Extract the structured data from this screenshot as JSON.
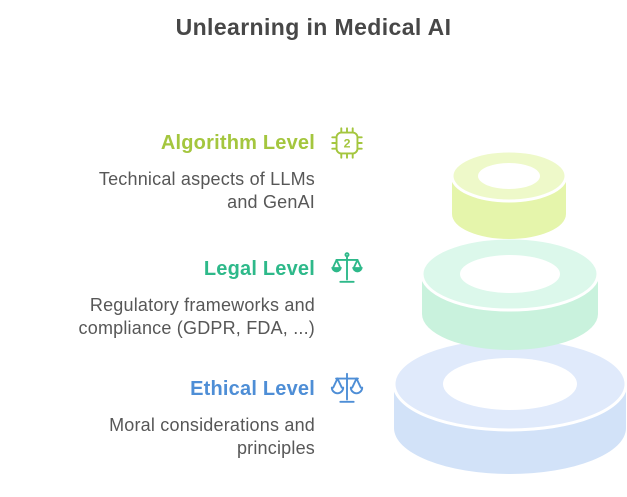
{
  "title": "Unlearning in Medical AI",
  "title_color": "#474747",
  "text_color": "#575757",
  "levels": [
    {
      "label": "Algorithm Level",
      "color": "#a4c63e",
      "icon": "chip-icon",
      "icon_number": "2",
      "description_lines": [
        "Technical aspects of LLMs",
        "and GenAI"
      ]
    },
    {
      "label": "Legal Level",
      "color": "#2eb98a",
      "icon": "scales-icon",
      "description_lines": [
        "Regulatory frameworks and",
        "compliance (GDPR, FDA, ...)"
      ]
    },
    {
      "label": "Ethical Level",
      "color": "#4e8ed6",
      "icon": "scales-icon",
      "description_lines": [
        "Moral considerations and",
        "principles"
      ]
    }
  ],
  "rings": [
    {
      "level": "Ethical Level",
      "top_color": "#e0eafb",
      "side_color": "#d2e2f8"
    },
    {
      "level": "Legal Level",
      "top_color": "#dcf8eb",
      "side_color": "#c9f2dd"
    },
    {
      "level": "Algorithm Level",
      "top_color": "#eef9c9",
      "side_color": "#e5f5ab"
    }
  ]
}
